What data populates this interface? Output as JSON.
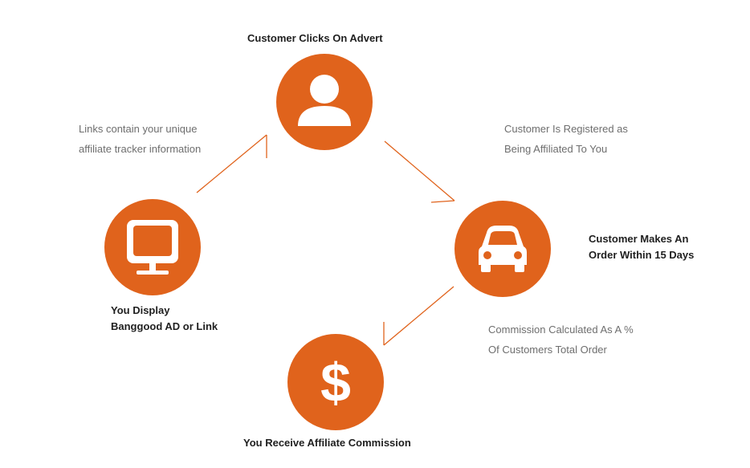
{
  "colors": {
    "accent": "#e0631c",
    "label": "#1f1f1f",
    "note": "#6e6e6e"
  },
  "steps": {
    "top": {
      "label": "Customer Clicks On Advert",
      "icon": "user-icon"
    },
    "right": {
      "label_line1": "Customer Makes An",
      "label_line2": "Order Within 15 Days",
      "icon": "car-icon"
    },
    "bottom": {
      "label": "You Receive Affiliate Commission",
      "icon": "dollar-icon"
    },
    "left": {
      "label_line1": "You Display",
      "label_line2": "Banggood AD or Link",
      "icon": "monitor-icon"
    }
  },
  "notes": {
    "top_left": {
      "line1": "Links contain your unique",
      "line2": "affiliate tracker information"
    },
    "top_right": {
      "line1": "Customer Is Registered as",
      "line2": "Being Affiliated To You"
    },
    "bottom_right": {
      "line1": "Commission Calculated As A %",
      "line2": "Of Customers Total Order"
    }
  }
}
